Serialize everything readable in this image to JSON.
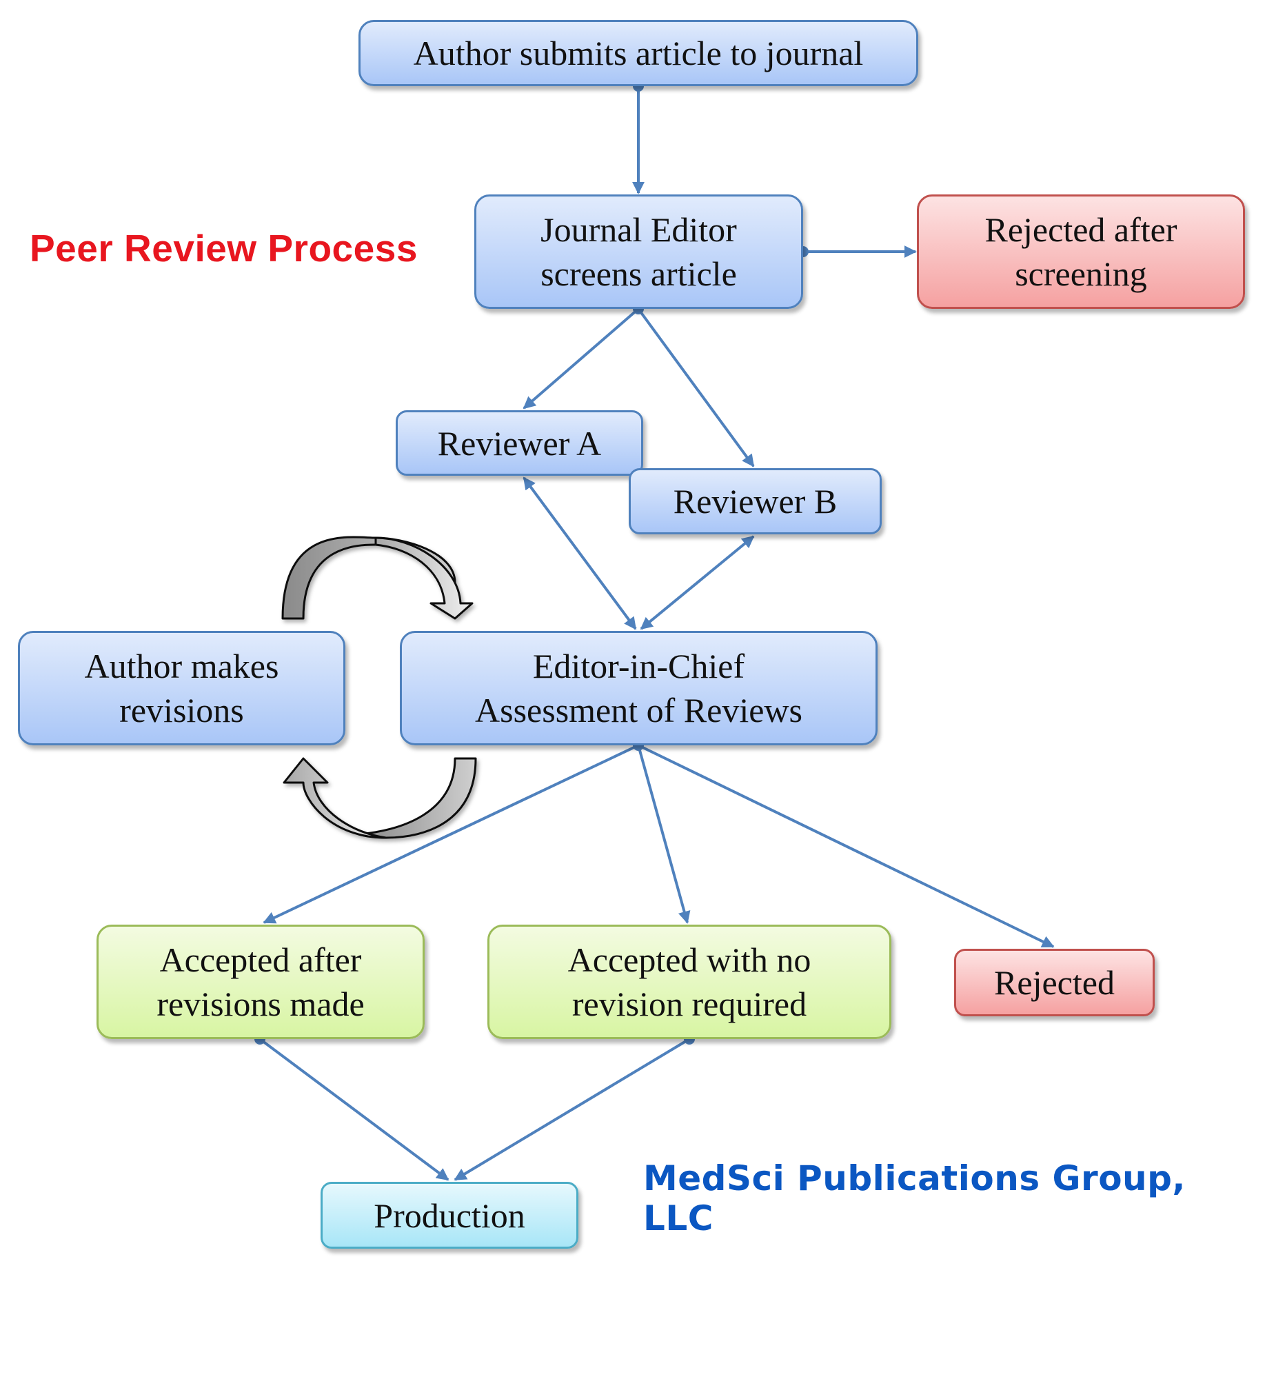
{
  "title": "Peer Review Process",
  "brand": "MedSci Publications Group, LLC",
  "colors": {
    "connector": "#4f81bd",
    "title": "#e8161f",
    "brand": "#0b57c2",
    "process_node": "#a9c6f7",
    "rejected_node": "#f5a1a1",
    "accepted_node": "#d8f5a3",
    "production_node": "#a8e6f7"
  },
  "nodes": {
    "submit": "Author submits article to journal",
    "screen": "Journal Editor\nscreens article",
    "rejected_screening": "Rejected after\nscreening",
    "reviewer_a": "Reviewer A",
    "reviewer_b": "Reviewer B",
    "revisions": "Author makes\nrevisions",
    "assessment": "Editor-in-Chief\nAssessment of Reviews",
    "accepted_after": "Accepted after\nrevisions made",
    "accepted_no_rev": "Accepted with no\nrevision required",
    "rejected": "Rejected",
    "production": "Production"
  },
  "edges": [
    {
      "from": "submit",
      "to": "screen",
      "type": "arrow"
    },
    {
      "from": "screen",
      "to": "rejected_screening",
      "type": "arrow"
    },
    {
      "from": "screen",
      "to": "reviewer_a",
      "type": "arrow"
    },
    {
      "from": "screen",
      "to": "reviewer_b",
      "type": "arrow"
    },
    {
      "from": "reviewer_a",
      "to": "assessment",
      "type": "double-arrow"
    },
    {
      "from": "reviewer_b",
      "to": "assessment",
      "type": "double-arrow"
    },
    {
      "from": "assessment",
      "to": "accepted_after",
      "type": "arrow"
    },
    {
      "from": "assessment",
      "to": "accepted_no_rev",
      "type": "arrow"
    },
    {
      "from": "assessment",
      "to": "rejected",
      "type": "arrow"
    },
    {
      "from": "accepted_after",
      "to": "production",
      "type": "arrow"
    },
    {
      "from": "accepted_no_rev",
      "to": "production",
      "type": "arrow"
    },
    {
      "from": "revisions",
      "to": "assessment",
      "type": "curved-cycle-arrow"
    },
    {
      "from": "assessment",
      "to": "revisions",
      "type": "curved-cycle-arrow"
    }
  ]
}
